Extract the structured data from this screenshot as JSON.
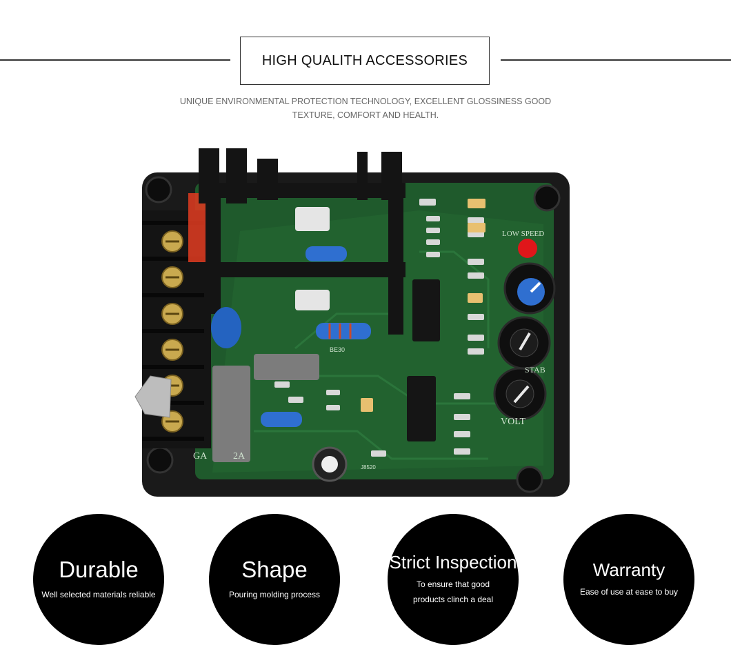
{
  "header": {
    "title": "HIGH QUALITH ACCESSORIES",
    "subtitle_line1": "UNIQUE ENVIRONMENTAL PROTECTION TECHNOLOGY, EXCELLENT GLOSSINESS GOOD",
    "subtitle_line2": "TEXTURE, COMFORT AND HEALTH."
  },
  "board": {
    "labels": {
      "low_speed": "LOW SPEED",
      "volt": "VOLT",
      "stab": "STAB",
      "part_be30": "BE30",
      "part_j8520": "J8520",
      "model_prefix": "GA",
      "model_suffix": "2A"
    },
    "colors": {
      "pcb": "#1f5a2c",
      "frame": "#1a1a1a",
      "heatsink": "#141414",
      "led": "#e0161a",
      "knob_blue": "#2f6fd0"
    }
  },
  "features": [
    {
      "title": "Durable",
      "desc1": "Well selected materials reliable",
      "desc2": ""
    },
    {
      "title": "Shape",
      "desc1": "Pouring molding process",
      "desc2": ""
    },
    {
      "title": "Strict Inspection",
      "desc1": "To ensure that good",
      "desc2": "products clinch a deal"
    },
    {
      "title": "Warranty",
      "desc1": "Ease of use at ease to buy",
      "desc2": ""
    }
  ]
}
